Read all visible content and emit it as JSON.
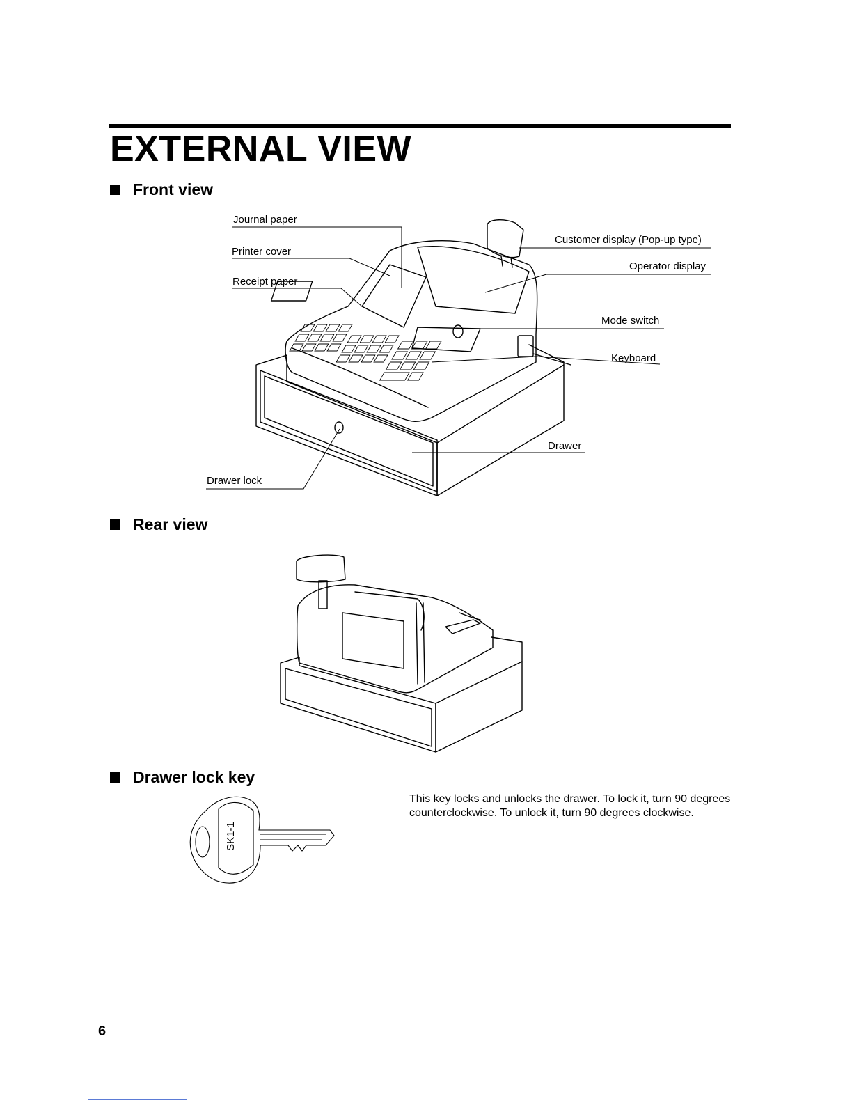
{
  "page": {
    "title": "EXTERNAL VIEW",
    "page_number": "6"
  },
  "sections": {
    "front": {
      "heading": "Front view",
      "labels": {
        "journal_paper": "Journal paper",
        "printer_cover": "Printer cover",
        "receipt_paper": "Receipt paper",
        "customer_display": "Customer display (Pop-up type)",
        "operator_display": "Operator display",
        "mode_switch": "Mode switch",
        "keyboard": "Keyboard",
        "drawer": "Drawer",
        "drawer_lock": "Drawer lock"
      }
    },
    "rear": {
      "heading": "Rear view"
    },
    "key": {
      "heading": "Drawer lock key",
      "key_code": "SK1-1",
      "description": "This key locks and unlocks the drawer. To lock it, turn 90 degrees counterclockwise.  To unlock it, turn 90 degrees clockwise."
    }
  },
  "icons": {
    "bullet": "black-square-bullet"
  }
}
